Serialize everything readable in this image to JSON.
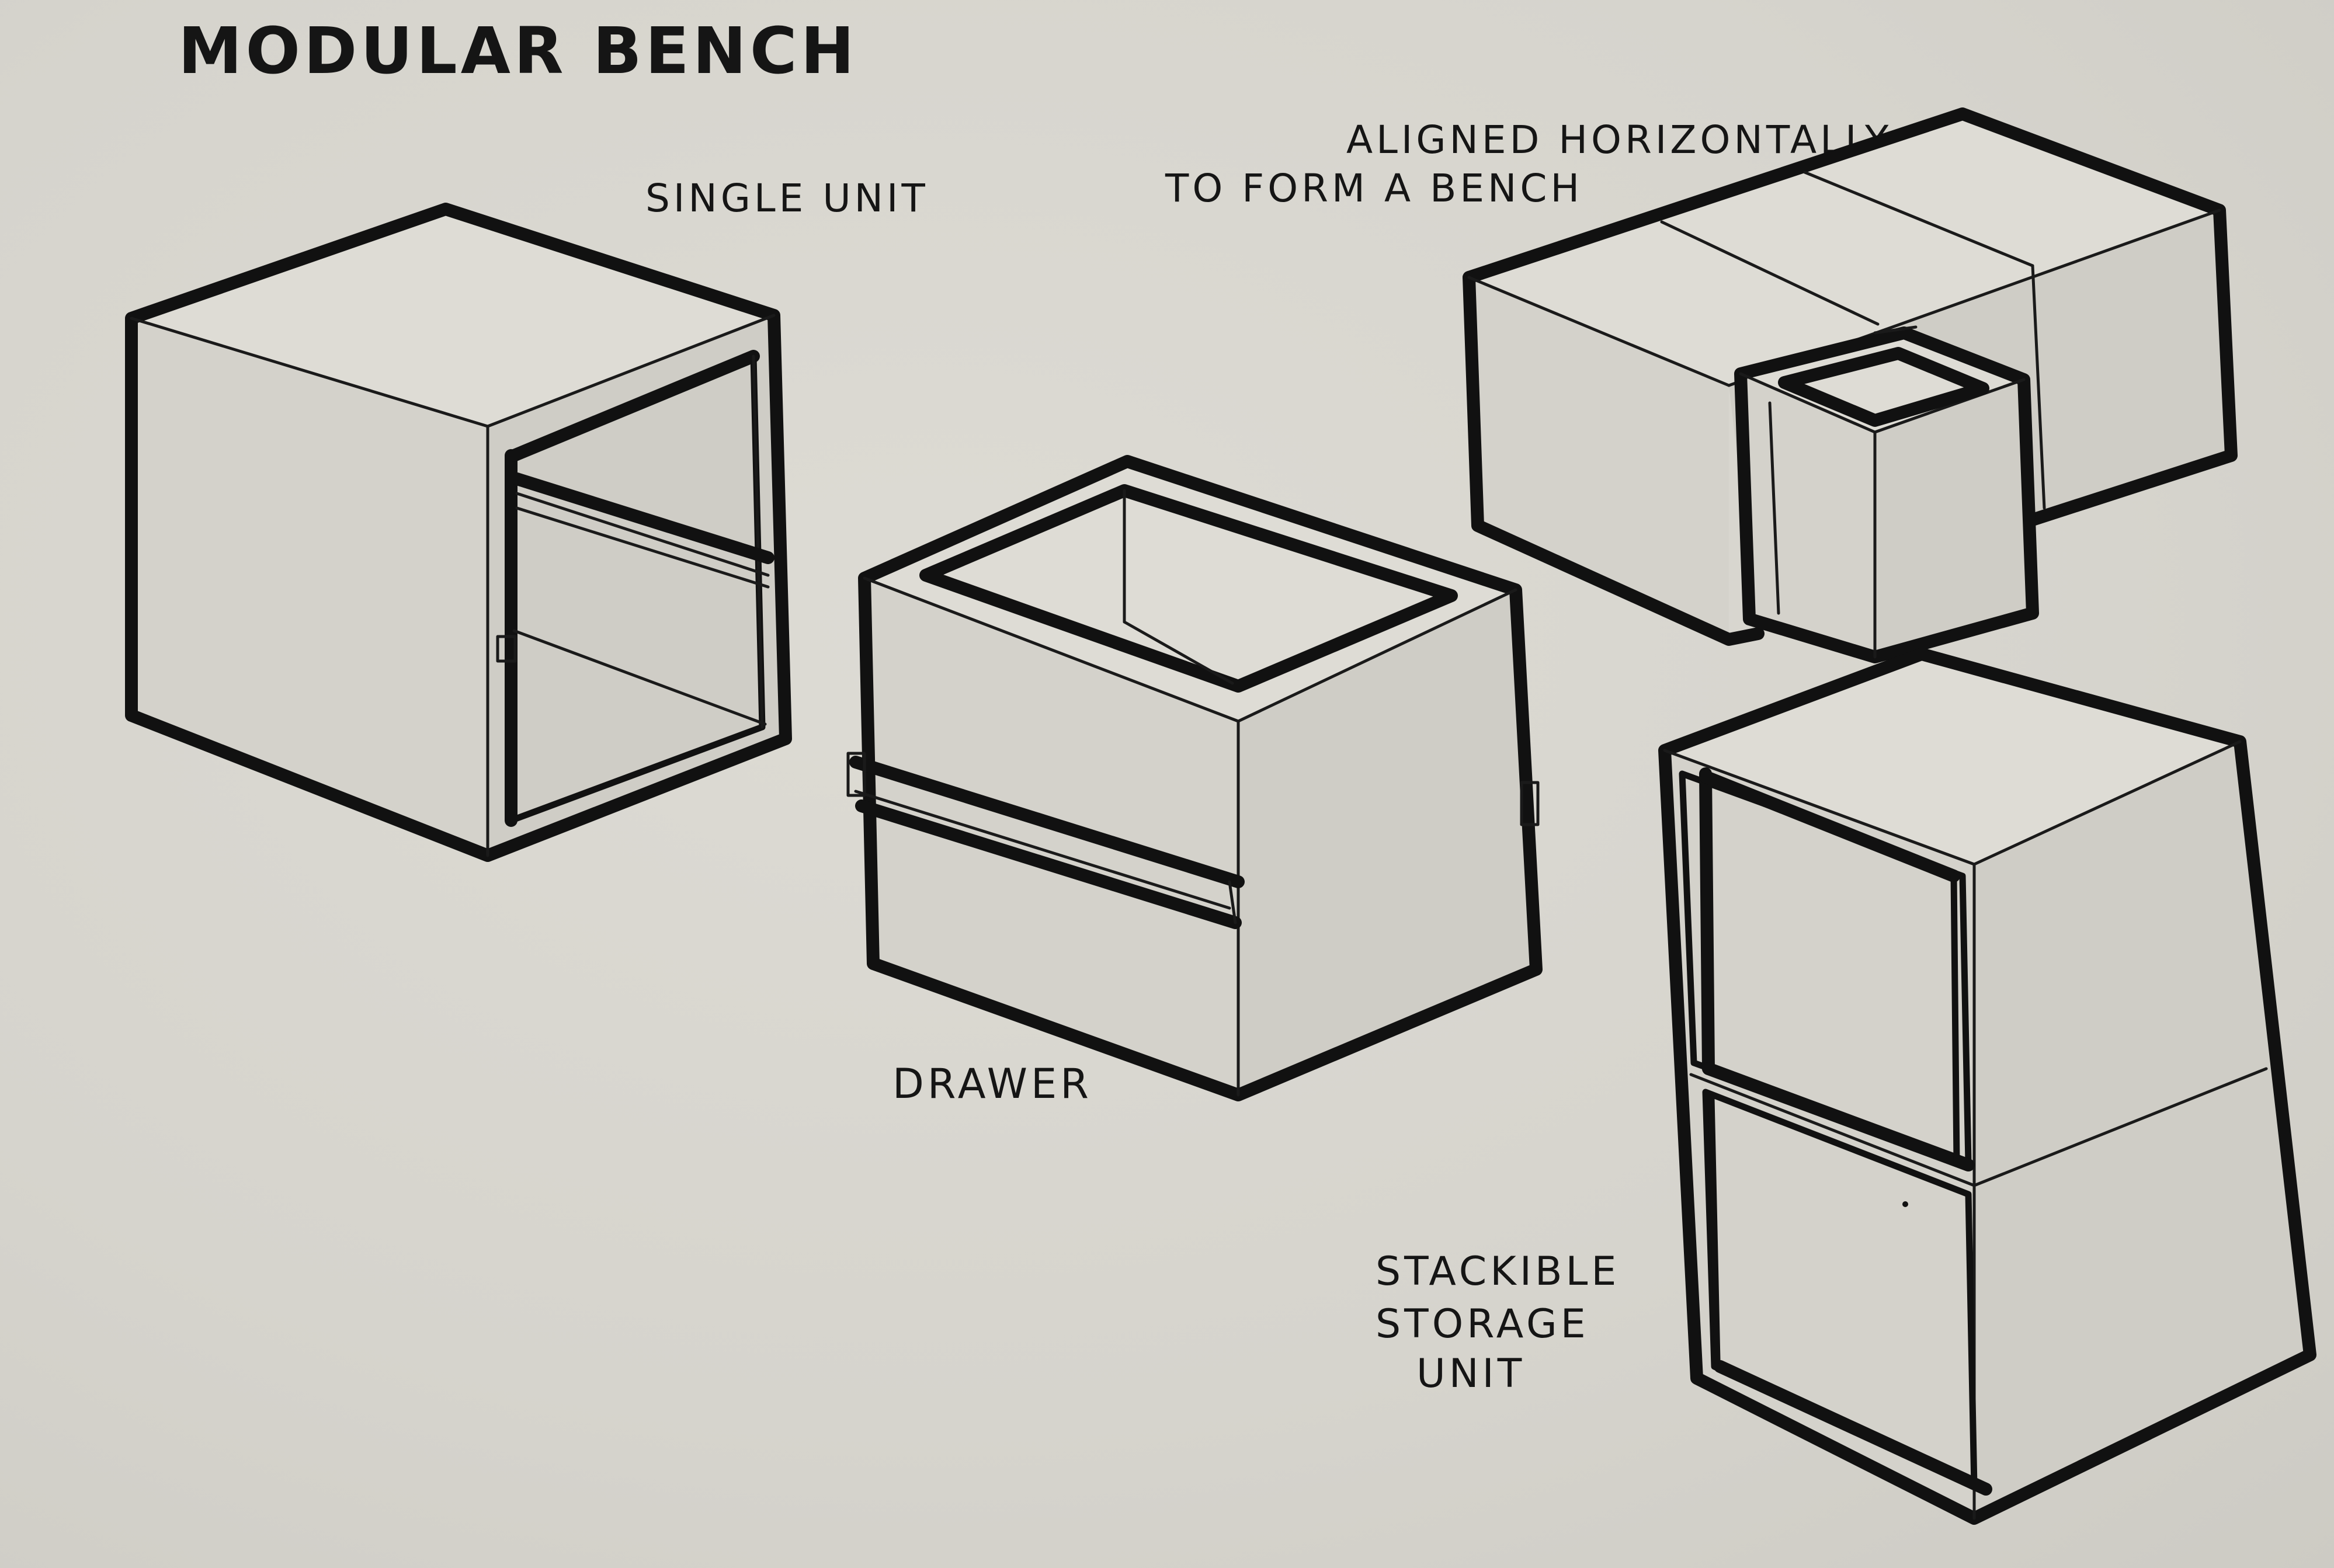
{
  "sheet": {
    "title": "MODULAR BENCH",
    "labels": {
      "single_unit": "SINGLE UNIT",
      "aligned_line1": "ALIGNED HORIZONTALLY",
      "aligned_line2": "TO FORM A BENCH",
      "drawer": "DRAWER",
      "stack_line1": "STACKIBLE",
      "stack_line2": "STORAGE",
      "stack_line3": "UNIT"
    }
  },
  "colors": {
    "paper": "#d8d6cf",
    "ink": "#111111"
  }
}
